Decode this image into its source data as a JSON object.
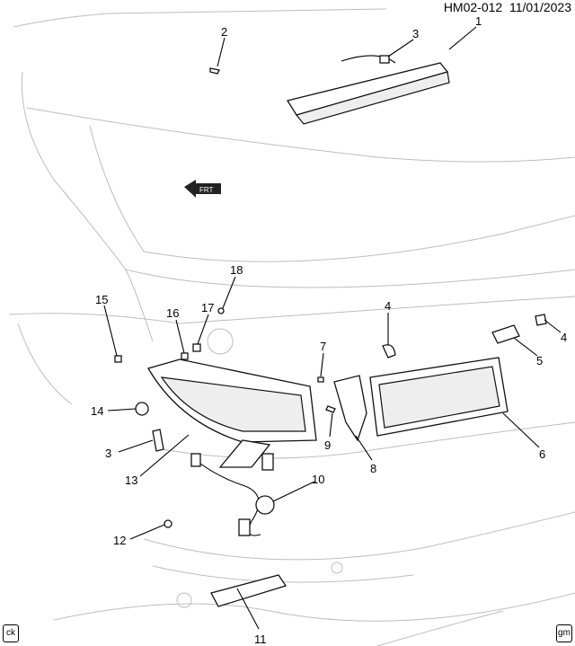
{
  "header": {
    "diagram_id": "HM02-012",
    "date": "11/01/2023"
  },
  "direction_label": "FRT",
  "callouts": [
    "1",
    "2",
    "3",
    "18",
    "15",
    "16",
    "17",
    "4",
    "4",
    "5",
    "7",
    "14",
    "3",
    "13",
    "9",
    "8",
    "6",
    "10",
    "12",
    "11"
  ],
  "corner_buttons": {
    "left": "ck",
    "right": "gm"
  }
}
